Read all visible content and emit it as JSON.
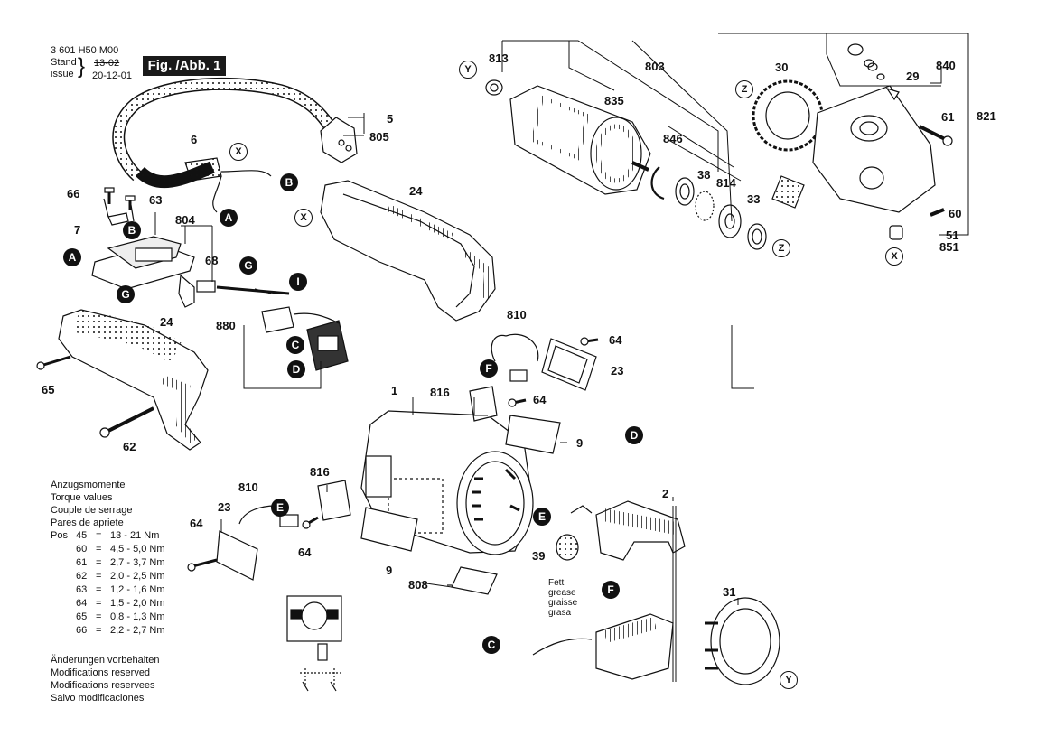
{
  "header": {
    "part_number": "3 601 H50 M00",
    "stand_label": "Stand",
    "issue_label": "issue",
    "old_date": "13-02",
    "new_date": "20-12-01",
    "figure_label": "Fig. /Abb. 1"
  },
  "torque": {
    "headings": [
      "Anzugsmomente",
      "Torque values",
      "Couple de serrage",
      "Pares de apriete"
    ],
    "pos_label": "Pos",
    "rows": [
      {
        "pos": "45",
        "eq": "=",
        "value": "13  -  21 Nm"
      },
      {
        "pos": "60",
        "eq": "=",
        "value": "4,5 - 5,0 Nm"
      },
      {
        "pos": "61",
        "eq": "=",
        "value": "2,7 - 3,7 Nm"
      },
      {
        "pos": "62",
        "eq": "=",
        "value": "2,0 - 2,5 Nm"
      },
      {
        "pos": "63",
        "eq": "=",
        "value": "1,2 - 1,6 Nm"
      },
      {
        "pos": "64",
        "eq": "=",
        "value": "1,5 - 2,0 Nm"
      },
      {
        "pos": "65",
        "eq": "=",
        "value": "0,8 - 1,3 Nm"
      },
      {
        "pos": "66",
        "eq": "=",
        "value": "2,2 - 2,7 Nm"
      }
    ]
  },
  "modifications": [
    "Änderungen vorbehalten",
    "Modifications reserved",
    "Modifications reservees",
    "Salvo modificaciones"
  ],
  "grease_note": [
    "Fett",
    "grease",
    "graisse",
    "grasa"
  ],
  "part_labels": {
    "p1": "1",
    "p2": "2",
    "p5": "5",
    "p6": "6",
    "p7": "7",
    "p9a": "9",
    "p9b": "9",
    "p23a": "23",
    "p23b": "23",
    "p24a": "24",
    "p24b": "24",
    "p29": "29",
    "p30": "30",
    "p31": "31",
    "p33": "33",
    "p38": "38",
    "p39": "39",
    "p51": "51",
    "p60": "60",
    "p61": "61",
    "p62": "62",
    "p63": "63",
    "p64a": "64",
    "p64b": "64",
    "p64c": "64",
    "p64d": "64",
    "p65": "65",
    "p66": "66",
    "p68": "68",
    "p803": "803",
    "p804": "804",
    "p805": "805",
    "p808": "808",
    "p810a": "810",
    "p810b": "810",
    "p813": "813",
    "p814": "814",
    "p816a": "816",
    "p816b": "816",
    "p821": "821",
    "p835": "835",
    "p840": "840",
    "p846": "846",
    "p851": "851",
    "p880": "880"
  },
  "ref_markers": {
    "A1": "A",
    "A2": "A",
    "B1": "B",
    "B2": "B",
    "C1": "C",
    "C2": "C",
    "D1": "D",
    "D2": "D",
    "E1": "E",
    "E2": "E",
    "F1": "F",
    "F2": "F",
    "G1": "G",
    "G2": "G",
    "I1": "I",
    "X1": "X",
    "X2": "X",
    "X3": "X",
    "Y1": "Y",
    "Y2": "Y",
    "Z1": "Z",
    "Z2": "Z"
  },
  "colors": {
    "ink": "#111111",
    "paper": "#ffffff",
    "shade": "#cfcfcf"
  }
}
